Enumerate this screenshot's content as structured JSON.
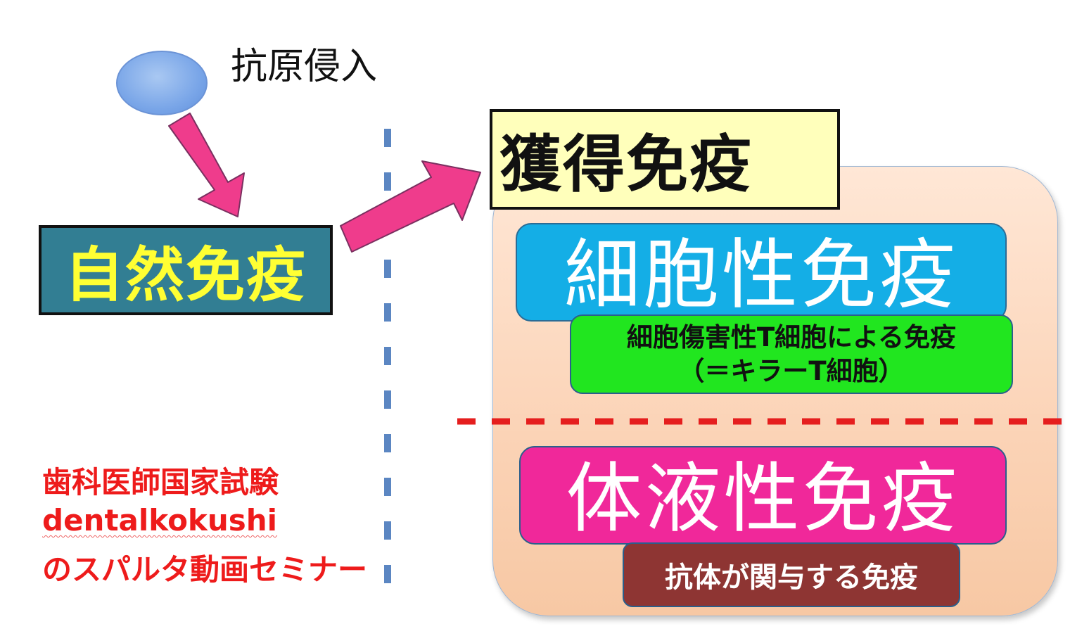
{
  "antigen": {
    "label": "抗原侵入"
  },
  "innate": {
    "label": "自然免疫"
  },
  "acquired": {
    "title": "獲得免疫",
    "cellular": {
      "label": "細胞性免疫",
      "sub_line1": "細胞傷害性T細胞による免疫",
      "sub_line2": "（＝キラーT細胞）"
    },
    "humoral": {
      "label": "体液性免疫",
      "sub": "抗体が関与する免疫"
    }
  },
  "watermark": {
    "line1": "歯科医師国家試験",
    "line2": "dentalkokushi",
    "line3": "のスパルタ動画セミナー"
  },
  "colors": {
    "arrow": "#ef3c8c",
    "divider_blue": "#5b86c2",
    "divider_red": "#e51e1e",
    "watermark": "#ee1b1b"
  }
}
